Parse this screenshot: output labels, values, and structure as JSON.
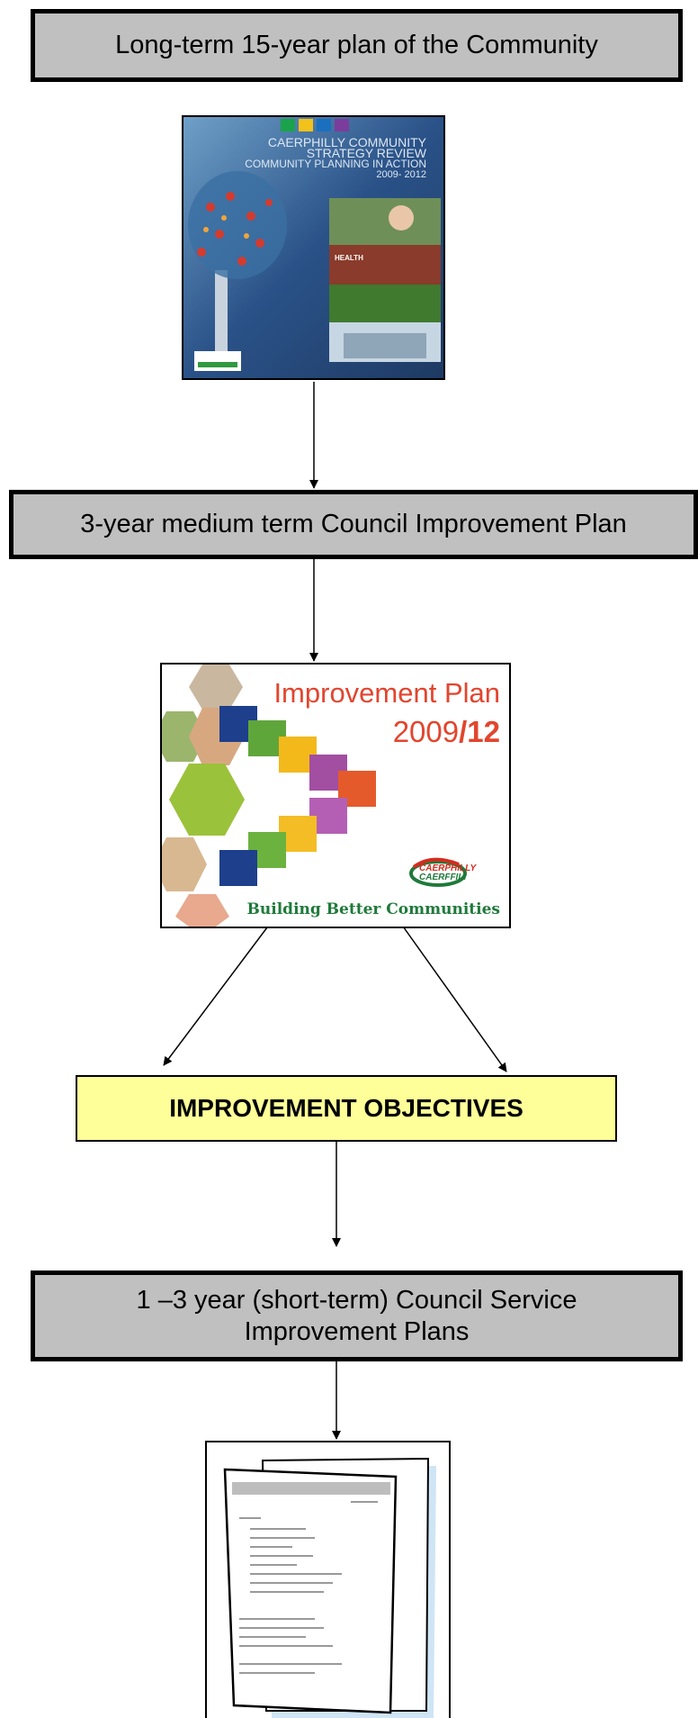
{
  "boxes": {
    "long_term": "Long-term 15-year plan of the Community",
    "medium_term": "3-year medium term Council Improvement Plan",
    "objectives": "IMPROVEMENT OBJECTIVES",
    "short_term": "1 –3 year (short-term) Council Service Improvement Plans"
  },
  "strategy_cover": {
    "line1": "CAERPHILLY COMMUNITY",
    "line2": "STRATEGY REVIEW",
    "line3": "COMMUNITY PLANNING IN ACTION",
    "line4": "2009- 2012",
    "photo_label": "HEALTH"
  },
  "improvement_cover": {
    "title": "Improvement Plan",
    "year_a": "2009",
    "year_b": "/12",
    "tagline": "Building Better Communities",
    "logo_line1": "CAERPHILLY",
    "logo_line2": "CAERFFILI"
  },
  "colors": {
    "box_grey": "#c0c0c0",
    "box_yellow": "#ffff99",
    "cover_blue": "#2c4f88",
    "plan_red": "#e2452e",
    "tagline_green": "#1f7a3a"
  }
}
